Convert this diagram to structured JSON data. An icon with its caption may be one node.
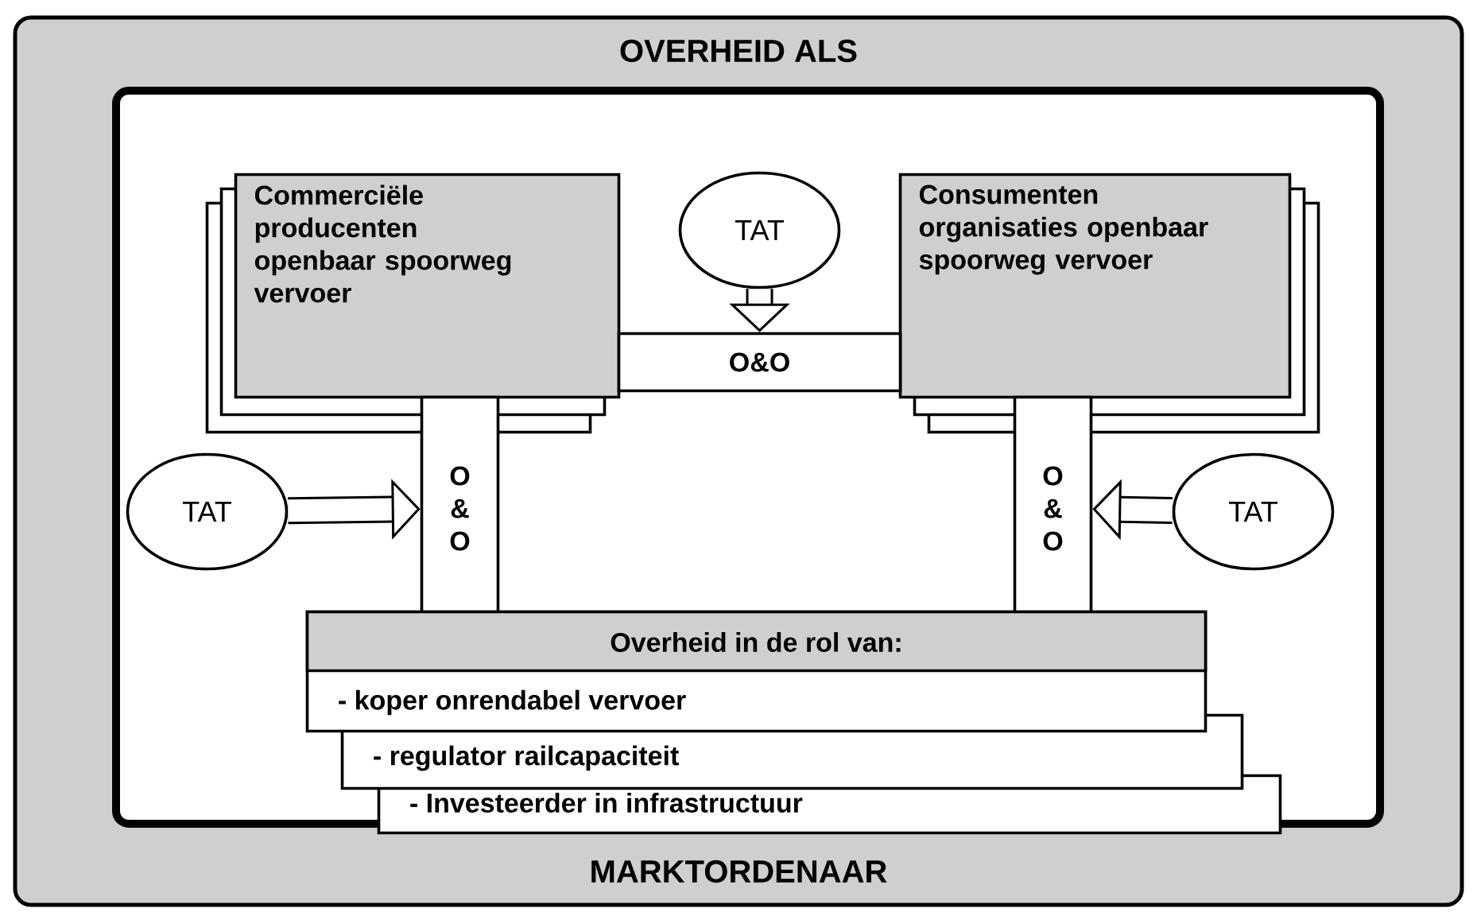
{
  "diagram": {
    "nodes": [
      {
        "text": [
          "OVERHEID ALS",
          "MARKTORDENAAR"
        ]
      },
      {
        "text": [
          "Commerciële producenten openbaar spoorweg vervoer"
        ],
        "in": 0
      },
      {
        "text": [
          "Consumenten organisaties openbaar spoorweg vervoer"
        ],
        "in": 0
      },
      {
        "text": [
          "O&O"
        ],
        "in": 0
      },
      {
        "text": [
          "O & O"
        ],
        "in": 0
      },
      {
        "text": [
          "O & O"
        ],
        "in": 0
      },
      {
        "text": [
          "Overheid in de rol van:",
          "- koper onrendabel vervoer"
        ],
        "in": 0
      },
      {
        "text": [
          "- regulator railcapaciteit"
        ],
        "in": 0
      },
      {
        "text": [
          "- Investeerder in infrastructuur"
        ],
        "in": 0
      },
      {
        "text": [
          "TAT"
        ],
        "in": 0
      },
      {
        "text": [
          "TAT"
        ],
        "in": 0
      },
      {
        "text": [
          "TAT"
        ],
        "in": 0
      }
    ],
    "edges": [
      {
        "from": 9,
        "to": 3,
        "arrow": "to"
      },
      {
        "from": 10,
        "to": 4,
        "arrow": "to"
      },
      {
        "from": 11,
        "to": 5,
        "arrow": "to"
      }
    ]
  }
}
